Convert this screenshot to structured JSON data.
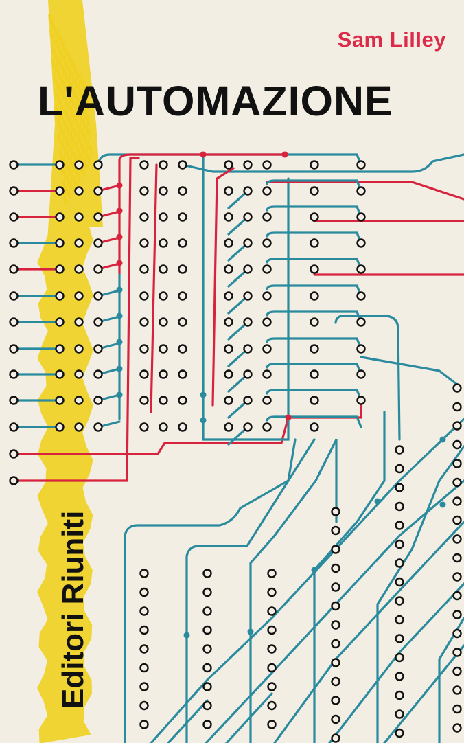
{
  "cover": {
    "author": "Sam Lilley",
    "title": "L'AUTOMAZIONE",
    "publisher": "Editori Riuniti"
  },
  "colors": {
    "background": "#f2eee4",
    "red": "#d8233f",
    "teal": "#2a8a9e",
    "yellow": "#f0d020",
    "ink": "#111111"
  }
}
